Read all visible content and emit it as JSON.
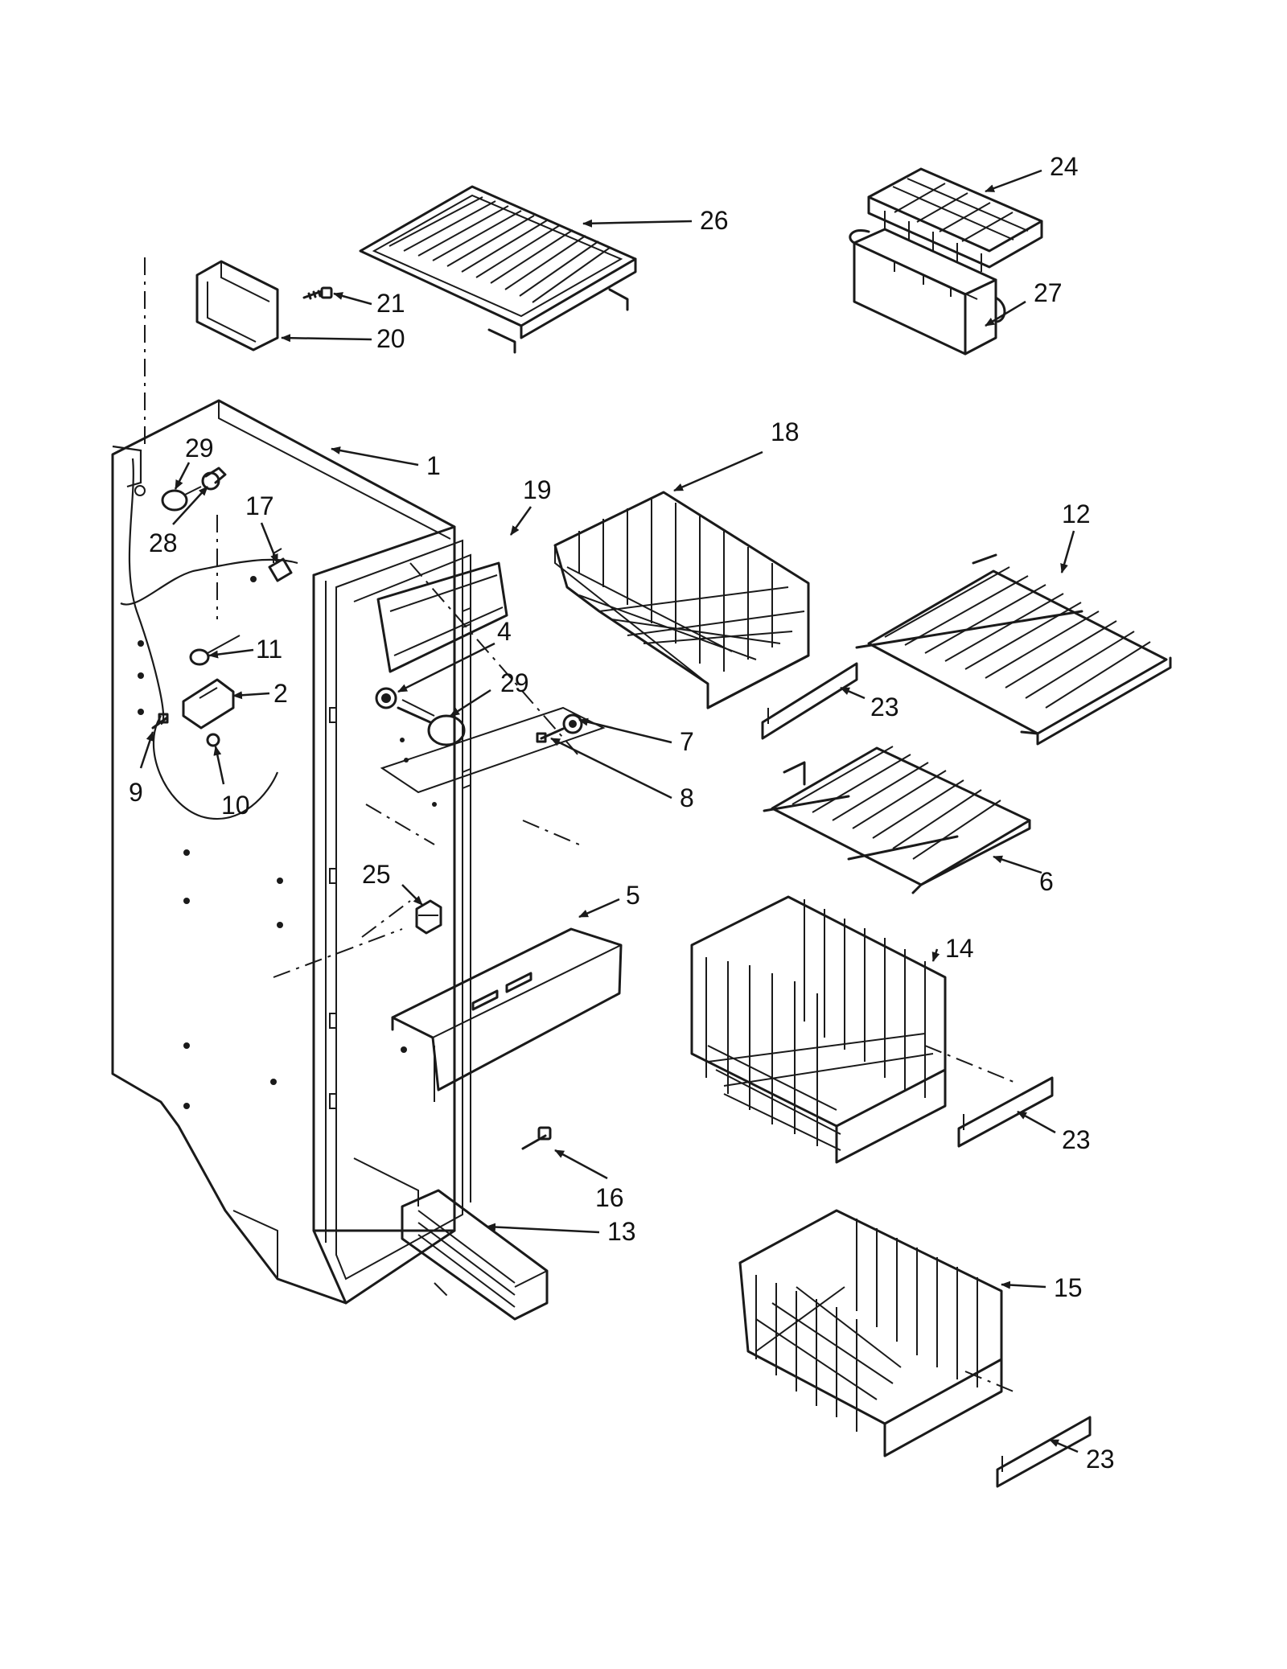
{
  "callouts": [
    {
      "id": "c1",
      "label": "1"
    },
    {
      "id": "c2",
      "label": "2"
    },
    {
      "id": "c4",
      "label": "4"
    },
    {
      "id": "c5",
      "label": "5"
    },
    {
      "id": "c6",
      "label": "6"
    },
    {
      "id": "c7",
      "label": "7"
    },
    {
      "id": "c8",
      "label": "8"
    },
    {
      "id": "c9",
      "label": "9"
    },
    {
      "id": "c10",
      "label": "10"
    },
    {
      "id": "c11",
      "label": "11"
    },
    {
      "id": "c12",
      "label": "12"
    },
    {
      "id": "c13",
      "label": "13"
    },
    {
      "id": "c14",
      "label": "14"
    },
    {
      "id": "c15",
      "label": "15"
    },
    {
      "id": "c16",
      "label": "16"
    },
    {
      "id": "c17",
      "label": "17"
    },
    {
      "id": "c18",
      "label": "18"
    },
    {
      "id": "c19",
      "label": "19"
    },
    {
      "id": "c20",
      "label": "20"
    },
    {
      "id": "c21",
      "label": "21"
    },
    {
      "id": "c23a",
      "label": "23"
    },
    {
      "id": "c23b",
      "label": "23"
    },
    {
      "id": "c23c",
      "label": "23"
    },
    {
      "id": "c24",
      "label": "24"
    },
    {
      "id": "c25",
      "label": "25"
    },
    {
      "id": "c26",
      "label": "26"
    },
    {
      "id": "c27",
      "label": "27"
    },
    {
      "id": "c28",
      "label": "28"
    },
    {
      "id": "c29a",
      "label": "29"
    },
    {
      "id": "c29b",
      "label": "29"
    }
  ]
}
